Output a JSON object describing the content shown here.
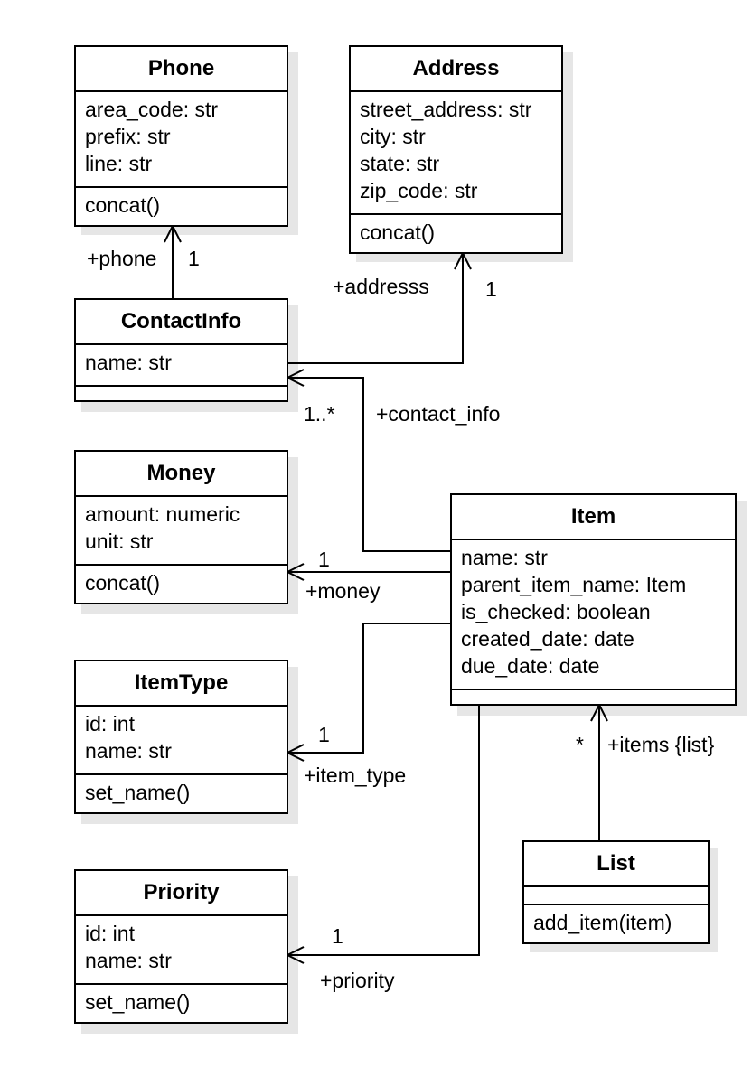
{
  "classes": {
    "phone": {
      "name": "Phone",
      "attributes": [
        "area_code: str",
        "prefix: str",
        "line: str"
      ],
      "operations": [
        "concat()"
      ]
    },
    "address": {
      "name": "Address",
      "attributes": [
        "street_address: str",
        "city: str",
        "state: str",
        "zip_code: str"
      ],
      "operations": [
        "concat()"
      ]
    },
    "contactinfo": {
      "name": "ContactInfo",
      "attributes": [
        "name: str"
      ],
      "operations": []
    },
    "money": {
      "name": "Money",
      "attributes": [
        "amount: numeric",
        "unit: str"
      ],
      "operations": [
        "concat()"
      ]
    },
    "item": {
      "name": "Item",
      "attributes": [
        "name: str",
        "parent_item_name: Item",
        "is_checked: boolean",
        "created_date: date",
        "due_date: date"
      ],
      "operations": []
    },
    "itemtype": {
      "name": "ItemType",
      "attributes": [
        "id: int",
        "name: str"
      ],
      "operations": [
        "set_name()"
      ]
    },
    "priority": {
      "name": "Priority",
      "attributes": [
        "id: int",
        "name: str"
      ],
      "operations": [
        "set_name()"
      ]
    },
    "list": {
      "name": "List",
      "attributes": [],
      "operations": [
        "add_item(item)"
      ]
    }
  },
  "associations": {
    "phone": {
      "role": "+phone",
      "multiplicity": "1"
    },
    "address": {
      "role": "+addresss",
      "multiplicity": "1"
    },
    "contact_info": {
      "role": "+contact_info",
      "multiplicity": "1..*"
    },
    "money": {
      "role": "+money",
      "multiplicity": "1"
    },
    "item_type": {
      "role": "+item_type",
      "multiplicity": "1"
    },
    "priority": {
      "role": "+priority",
      "multiplicity": "1"
    },
    "items": {
      "role": "+items {list}",
      "multiplicity": "*"
    }
  }
}
